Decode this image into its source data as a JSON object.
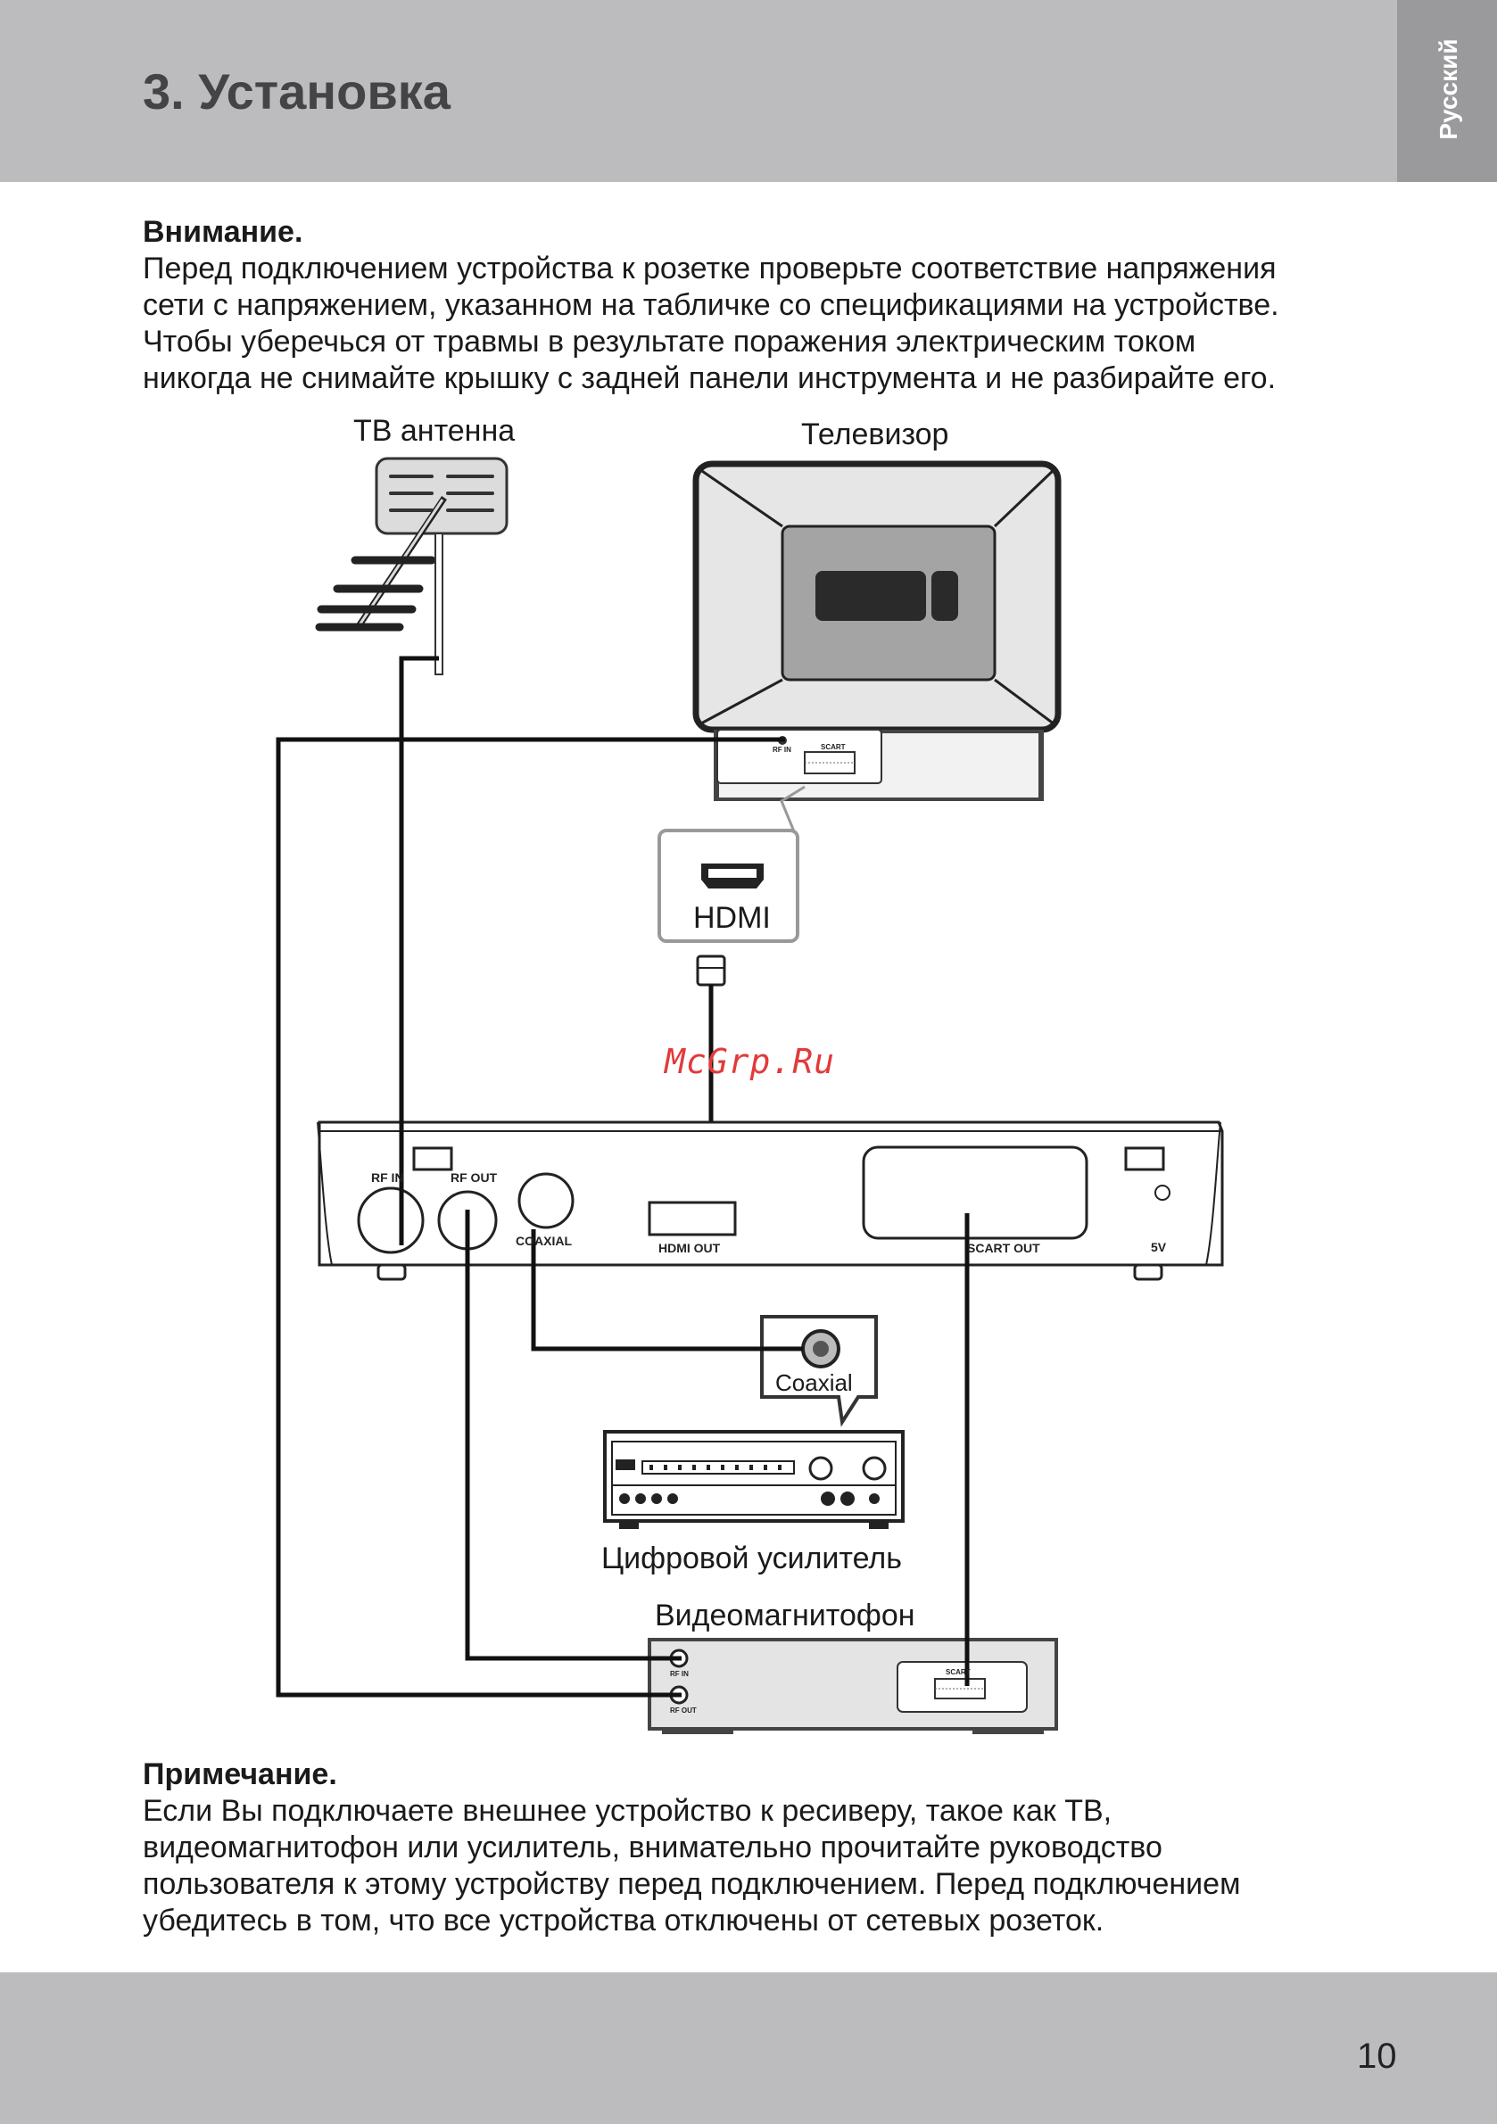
{
  "header": {
    "title": "3. Установка",
    "language": "Русский"
  },
  "warning": {
    "title": "Внимание.",
    "lines": [
      "Перед подключением устройства к розетке проверьте соответствие напряжения",
      "сети с напряжением, указанном на табличке со спецификациями на устройстве.",
      "Чтобы уберечься от травмы в результате поражения электрическим током",
      "никогда не снимайте крышку с задней панели инструмента и не разбирайте его."
    ]
  },
  "diagram": {
    "antenna_label": "ТВ антенна",
    "tv_label": "Телевизор",
    "tv_rf_label": "RF IN",
    "tv_scart_label": "SCART",
    "hdmi_callout": "HDMI",
    "watermark": "McGrp.Ru",
    "receiver_ports": {
      "rf_in": "RF IN",
      "rf_out": "RF OUT",
      "coaxial": "COAXIAL",
      "hdmi_out": "HDMI OUT",
      "scart_out": "SCART OUT",
      "power": "5V"
    },
    "coaxial_callout": "Coaxial",
    "amplifier_label": "Цифровой усилитель",
    "vcr_label": "Видеомагнитофон",
    "vcr_rf_in": "RF IN",
    "vcr_rf_out": "RF OUT",
    "vcr_scart": "SCART"
  },
  "note": {
    "title": "Примечание.",
    "lines": [
      "Если Вы подключаете внешнее устройство к ресиверу, такое как ТВ,",
      "видеомагнитофон или усилитель, внимательно прочитайте руководство",
      "пользователя к этому устройству перед подключением. Перед подключением",
      "убедитесь в том, что все устройства отключены от сетевых розеток."
    ]
  },
  "footer": {
    "page_number": "10"
  }
}
